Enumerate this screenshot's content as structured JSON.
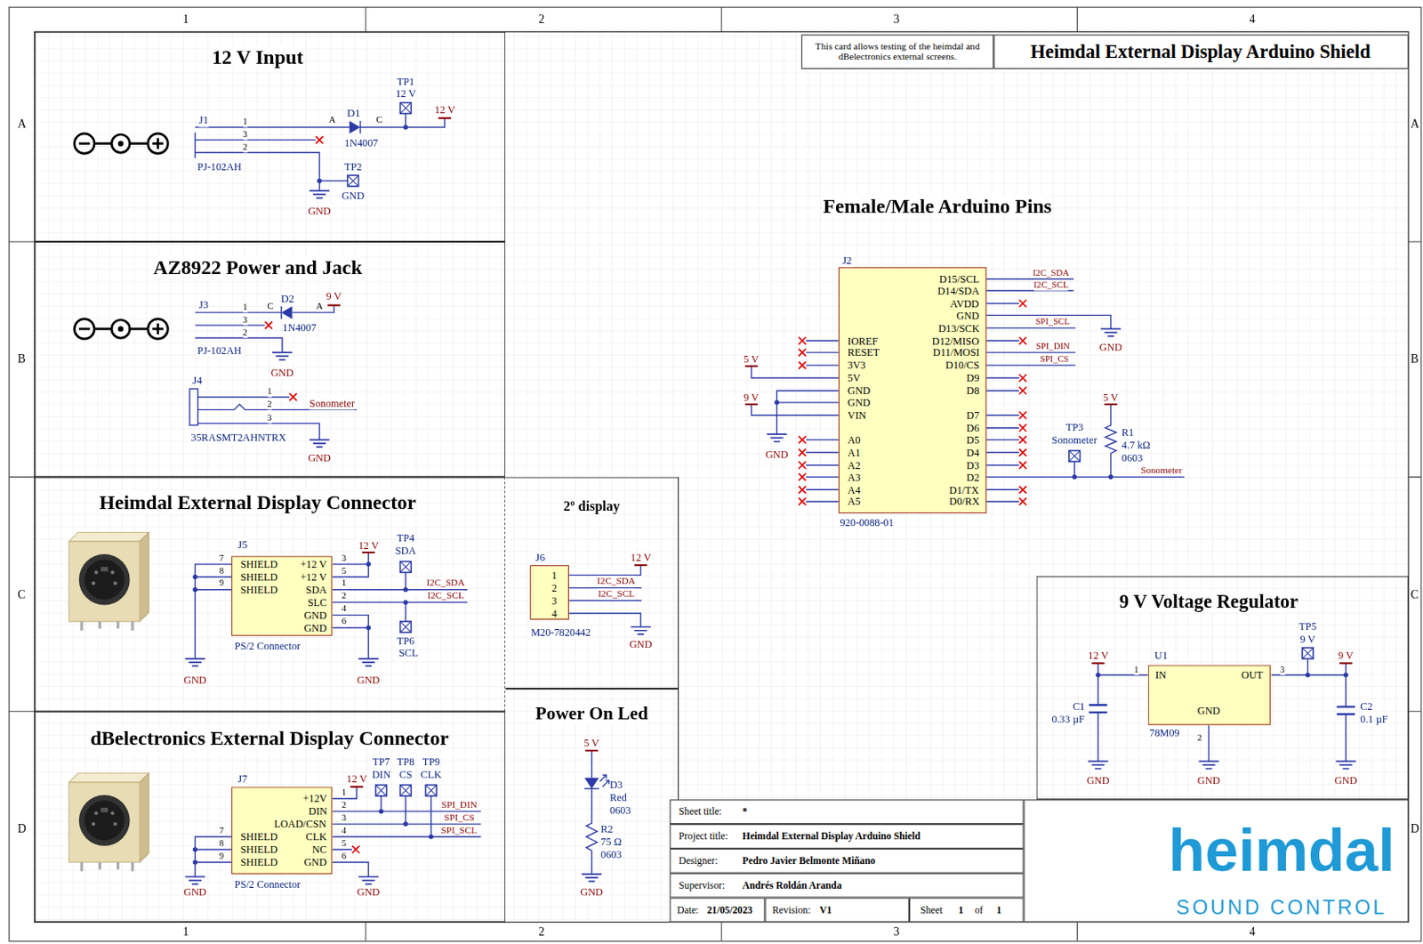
{
  "diagram": {
    "nodes": [
      {
        "text": [
          "This card allows testing of the heimdal and dBelectronics external screens."
        ]
      },
      {
        "text": [
          "Heimdal External Display Arduino Shield"
        ]
      },
      {
        "text": [
          "12 V Input"
        ]
      },
      {
        "text": [
          "AZ8922 Power and Jack"
        ]
      },
      {
        "text": [
          "D15/SCL",
          "D14/SDA",
          "AVDD",
          "GND",
          "D13/SCK",
          "IOREF",
          "D12/MISO",
          "RESET",
          "D11/MOSI",
          "3V3",
          "D10/CS",
          "5V",
          "D9",
          "GND",
          "D8",
          "GND",
          "VIN",
          "D7",
          "D6",
          "A0",
          "D5",
          "A1",
          "D4",
          "A2",
          "D3",
          "A3",
          "D2",
          "A4",
          "D1/TX",
          "A5",
          "D0/RX"
        ]
      },
      {
        "text": [
          "Heimdal External Display Connector"
        ]
      },
      {
        "text": [
          "SHIELD",
          "+12 V",
          "SHIELD",
          "+12 V",
          "SHIELD",
          "SDA",
          "SLC",
          "GND",
          "GND"
        ],
        "in": 5
      },
      {
        "text": [
          "2º display"
        ]
      },
      {
        "text": [
          "1",
          "2",
          "3",
          "4"
        ],
        "in": 7
      },
      {
        "text": [
          "9 V Voltage Regulator"
        ]
      },
      {
        "text": [
          "IN",
          "OUT",
          "GND"
        ],
        "in": 9
      },
      {
        "text": [
          "Power On Led"
        ]
      },
      {
        "text": [
          "dBelectronics External Display Connector"
        ]
      },
      {
        "text": [
          "+12V",
          "DIN",
          "LOAD/CSN",
          "SHIELD",
          "CLK",
          "SHIELD",
          "NC",
          "SHIELD",
          "GND"
        ],
        "in": 12
      },
      {
        "text": [
          "Sheet title:",
          "*"
        ]
      },
      {
        "text": [
          "Project title:",
          "Heimdal External Display Arduino Shield"
        ]
      },
      {
        "text": [
          "Designer:",
          "Pedro Javier Belmonte Miñano"
        ]
      },
      {
        "text": [
          "Supervisor:",
          "Andrés Roldán Aranda"
        ]
      },
      {
        "text": [
          "Date:",
          "21/05/2023"
        ]
      },
      {
        "text": [
          "Revision:",
          "V1"
        ]
      },
      {
        "text": [
          "Sheet",
          "1",
          "of",
          "1"
        ]
      },
      {
        "text": [
          "heimdal",
          "SOUND CONTROL"
        ]
      }
    ],
    "labels": [
      "1",
      "2",
      "3",
      "4",
      "1",
      "2",
      "3",
      "4",
      "A",
      "B",
      "C",
      "D",
      "A",
      "B",
      "C",
      "D",
      "Female/Male Arduino Pins",
      "J1",
      "1",
      "3",
      "2",
      "PJ-102AH",
      "D1",
      "A",
      "C",
      "1N4007",
      "TP1",
      "12 V",
      "12 V",
      "TP2",
      "GND",
      "GND",
      "J3",
      "1",
      "3",
      "2",
      "PJ-102AH",
      "C",
      "D2",
      "A",
      "1N4007",
      "9 V",
      "GND",
      "J4",
      "1",
      "2",
      "3",
      "Sonometer",
      "35RASMT2AHNTRX",
      "GND",
      "J5",
      "7",
      "8",
      "9",
      "3",
      "5",
      "1",
      "2",
      "4",
      "6",
      "PS/2 Connector",
      "12 V",
      "TP4",
      "SDA",
      "I2C_SDA",
      "I2C_SCL",
      "TP6",
      "SCL",
      "GND",
      "GND",
      "J6",
      "12 V",
      "I2C_SDA",
      "I2C_SCL",
      "M20-7820442",
      "GND",
      "5 V",
      "D3",
      "Red",
      "0603",
      "R2",
      "75 Ω",
      "0603",
      "GND",
      "J7",
      "1",
      "2",
      "3",
      "4",
      "5",
      "6",
      "7",
      "8",
      "9",
      "12 V",
      "TP7",
      "DIN",
      "TP8",
      "CS",
      "TP9",
      "CLK",
      "SPI_DIN",
      "SPI_CS",
      "SPI_SCL",
      "PS/2 Connector",
      "GND",
      "GND",
      "J2",
      "5 V",
      "9 V",
      "GND",
      "I2C_SDA",
      "I2C_SCL",
      "GND",
      "SPI_SCL",
      "SPI_DIN",
      "SPI_CS",
      "5 V",
      "TP3",
      "Sonometer",
      "R1",
      "4.7 kΩ",
      "0603",
      "Sonometer",
      "920-0088-01",
      "U1",
      "1",
      "3",
      "2",
      "78M09",
      "12 V",
      "C1",
      "0.33 µF",
      "TP5",
      "9 V",
      "9 V",
      "C2",
      "0.1 µF",
      "GND",
      "GND",
      "GND"
    ]
  }
}
